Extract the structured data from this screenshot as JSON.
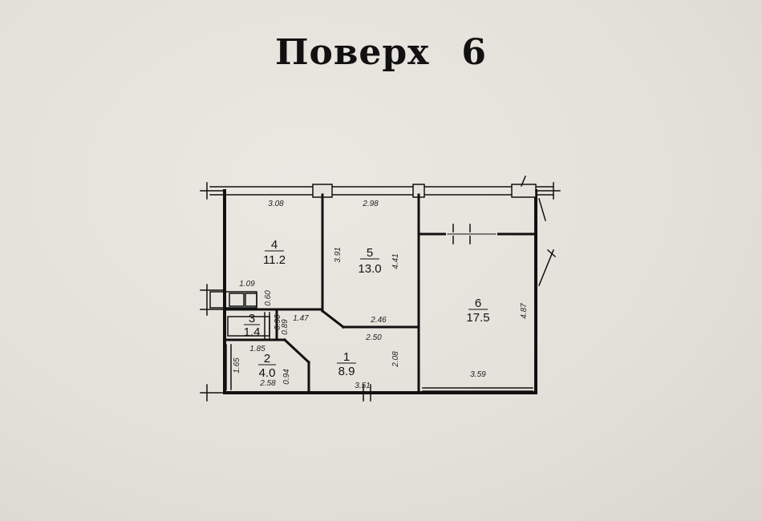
{
  "title": {
    "word": "Поверх",
    "number": "6"
  },
  "rooms": [
    {
      "id": "1",
      "area": "8.9"
    },
    {
      "id": "2",
      "area": "4.0"
    },
    {
      "id": "3",
      "area": "1.4"
    },
    {
      "id": "4",
      "area": "11.2"
    },
    {
      "id": "5",
      "area": "13.0"
    },
    {
      "id": "6",
      "area": "17.5"
    }
  ],
  "dimensions": {
    "room4_width": "3.08",
    "room5_width": "2.98",
    "room5_height_left": "3.91",
    "room5_height_right": "4.41",
    "corridor_width": "1.09",
    "wc_height": "0.60",
    "bath_width": "1.47",
    "bath_h1": "0.90",
    "bath_h2": "0.89",
    "hall_top": "2.46",
    "hall_width": "2.50",
    "hall_height": "2.08",
    "bath2_width": "1.85",
    "bath2_height": "1.65",
    "bath2_bottom": "2.58",
    "bath2_side": "0.94",
    "bottom_width": "3.51",
    "room6_height": "4.87",
    "room6_width": "3.59"
  }
}
